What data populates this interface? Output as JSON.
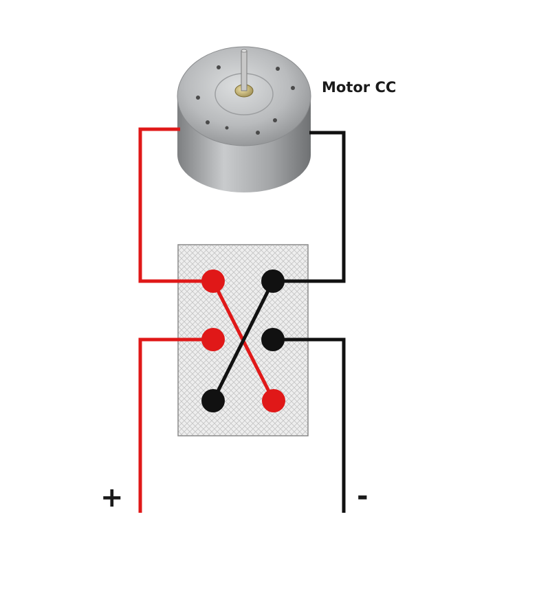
{
  "motor": {
    "label": "Motor CC"
  },
  "terminals": {
    "positive": "+",
    "negative": "-"
  },
  "colors": {
    "positive_wire": "#e01818",
    "negative_wire": "#111111",
    "switch_body": "#e9e9e9",
    "switch_border": "#8a8a8a",
    "motor_metal": "#b4b6b8"
  },
  "switch": {
    "type": "DPDT reversing switch",
    "rows": 3,
    "cols": 2,
    "pin_colors": [
      [
        "red",
        "black"
      ],
      [
        "red",
        "black"
      ],
      [
        "black",
        "red"
      ]
    ]
  }
}
